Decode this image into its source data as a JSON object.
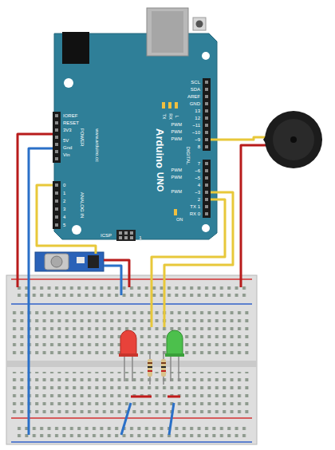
{
  "diagram": {
    "labels": [
      "SCL",
      "SDA",
      "AREF",
      "GND",
      "13",
      "12",
      "~11",
      "~10",
      "~9",
      "8",
      "7",
      "~6",
      "~5",
      "4",
      "~3",
      "2",
      "TX 1",
      "RX 0",
      "PWM",
      "PWM",
      "PWM",
      "PWM",
      "PWM",
      "PWM",
      "DIGITAL",
      "L",
      "TX",
      "RX",
      "Arduino",
      "UNO",
      "ON",
      "ICSP",
      "1",
      "IOREF",
      "RESET",
      "3V3",
      "5V",
      "Gnd",
      "Vin",
      "POWER",
      "ANALOG IN",
      "0",
      "1",
      "2",
      "3",
      "4",
      "5",
      "www.arduino.cc"
    ]
  }
}
